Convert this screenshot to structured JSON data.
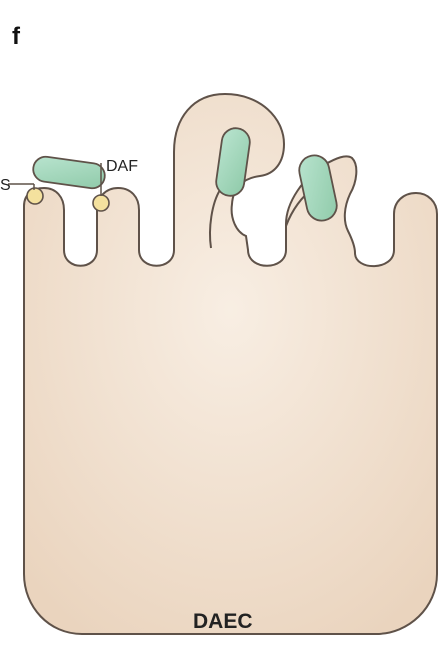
{
  "figure": {
    "panel_letter": "f",
    "labels": {
      "left_partial": "S",
      "daf": "DAF"
    },
    "caption": "DAEC"
  },
  "colors": {
    "cell_fill": "#F3E2CF",
    "cell_stroke": "#5F5249",
    "bacteria_fill": "#A7D9BE",
    "bacteria_stroke": "#5F5249",
    "receptor_fill": "#F4E19E",
    "text": "#222222"
  },
  "icons": {
    "bacterium": "green-rod-bacterium-icon",
    "receptor": "yellow-receptor-icon"
  }
}
